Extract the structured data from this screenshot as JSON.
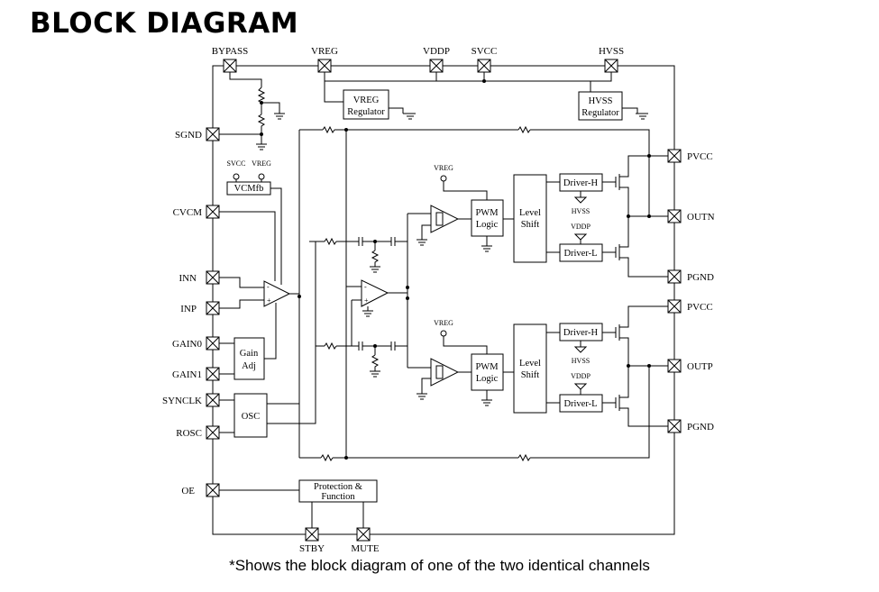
{
  "title": "BLOCK DIAGRAM",
  "footnote": "*Shows the block diagram of one of the two identical channels",
  "pins": {
    "bypass": "BYPASS",
    "vreg": "VREG",
    "vddp": "VDDP",
    "svcc": "SVCC",
    "hvss": "HVSS",
    "sgnd": "SGND",
    "cvcm": "CVCM",
    "inn": "INN",
    "inp": "INP",
    "gain0": "GAIN0",
    "gain1": "GAIN1",
    "synclk": "SYNCLK",
    "rosc": "ROSC",
    "oe": "OE",
    "stby": "STBY",
    "mute": "MUTE",
    "pvcc_top": "PVCC",
    "outn": "OUTN",
    "pgnd_top": "PGND",
    "pvcc_bottom": "PVCC",
    "outp": "OUTP",
    "pgnd_bottom": "PGND"
  },
  "blocks": {
    "vreg_regulator": [
      "VREG",
      "Regulator"
    ],
    "hvss_regulator": [
      "HVSS",
      "Regulator"
    ],
    "vcmfb": "VCMfb",
    "gain_adj": [
      "Gain",
      "Adj"
    ],
    "osc": "OSC",
    "protection": [
      "Protection &",
      "Function"
    ],
    "pwm_logic_top": [
      "PWM",
      "Logic"
    ],
    "pwm_logic_bottom": [
      "PWM",
      "Logic"
    ],
    "level_shift_top": [
      "Level",
      "Shift"
    ],
    "level_shift_bottom": [
      "Level",
      "Shift"
    ],
    "driver_h_top": "Driver-H",
    "driver_l_top": "Driver-L",
    "driver_h_bottom": "Driver-H",
    "driver_l_bottom": "Driver-L"
  },
  "labels": {
    "svcc_small": "SVCC",
    "vreg_small": "VREG",
    "vreg_top": "VREG",
    "vreg_bottom": "VREG",
    "hvss_top": "HVSS",
    "vddp_top": "VDDP",
    "hvss_bottom": "HVSS",
    "vddp_bottom": "VDDP",
    "opamp_minus": "-",
    "opamp_plus": "+"
  }
}
